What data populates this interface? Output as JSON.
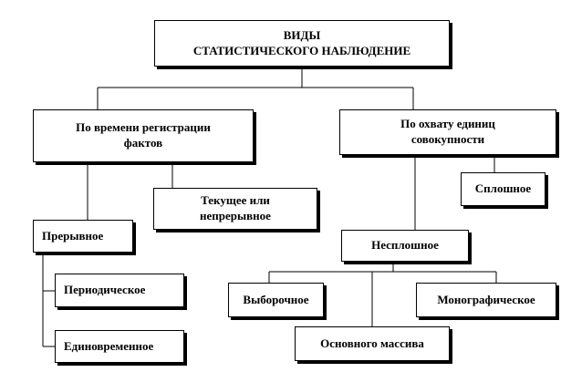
{
  "root": {
    "line1": "ВИДЫ",
    "line2": "СТАТИСТИЧЕСКОГО НАБЛЮДЕНИЕ"
  },
  "time_group": {
    "line1": "По времени регистрации",
    "line2": "фактов"
  },
  "coverage_group": {
    "line1": "По охвату единиц",
    "line2": "совокупности"
  },
  "current": {
    "line1": "Текущее или",
    "line2": "непрерывное"
  },
  "continuous_total": "Сплошное",
  "discontinuous": "Прерывное",
  "periodic": "Периодическое",
  "one_time": "Единовременное",
  "non_continuous": "Несплошное",
  "sample": "Выборочное",
  "monographic": "Монографическое",
  "main_array": "Основного массива"
}
